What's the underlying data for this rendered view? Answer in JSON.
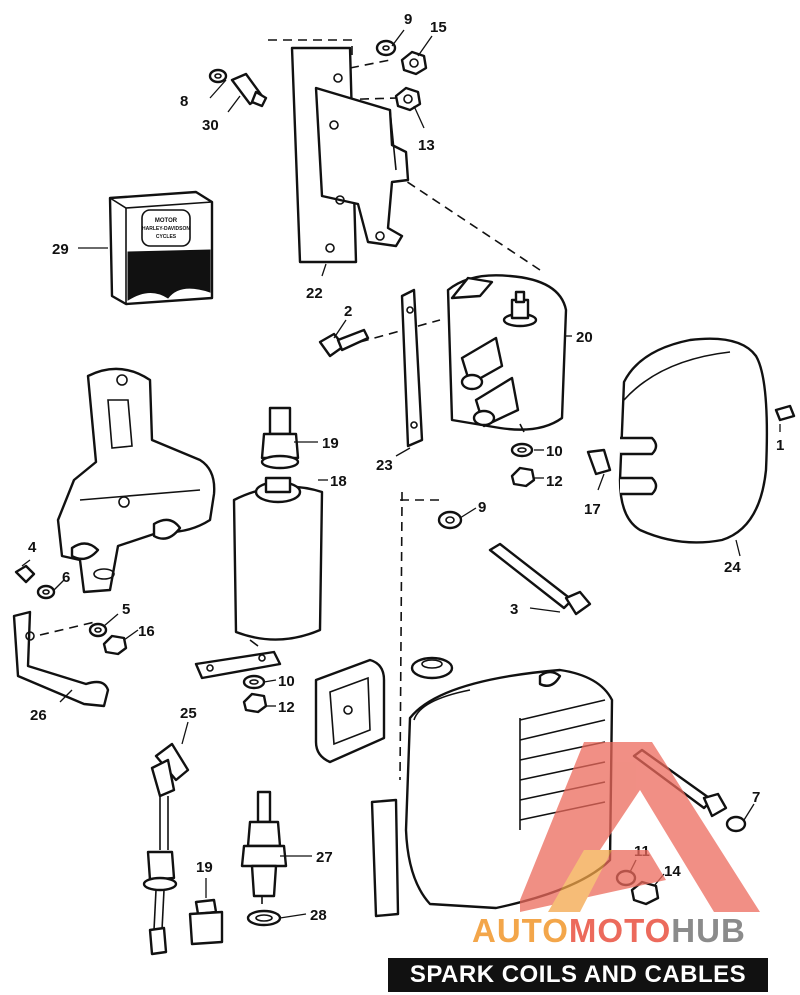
{
  "title": "SPARK COILS AND CABLES",
  "watermark": {
    "part1": "AUTO",
    "part2": "MOTO",
    "part3": "HUB"
  },
  "labels": {
    "l1": "1",
    "l2": "2",
    "l3": "3",
    "l4": "4",
    "l5": "5",
    "l6": "6",
    "l7": "7",
    "l8": "8",
    "l9a": "9",
    "l9b": "9",
    "l10a": "10",
    "l10b": "10",
    "l11": "11",
    "l12a": "12",
    "l12b": "12",
    "l13": "13",
    "l14": "14",
    "l15": "15",
    "l16": "16",
    "l17": "17",
    "l18": "18",
    "l19a": "19",
    "l19b": "19",
    "l20": "20",
    "l22": "22",
    "l23": "23",
    "l24": "24",
    "l25": "25",
    "l26": "26",
    "l27": "27",
    "l28": "28",
    "l29": "29",
    "l30": "30"
  },
  "logo": {
    "line1": "MOTOR",
    "line2": "HARLEY-DAVIDSON",
    "line3": "CYCLES"
  },
  "colors": {
    "watermark_orange": "#f3a64a",
    "watermark_red": "#ec6a5c",
    "watermark_gray": "#8b8b8b",
    "ink": "#111111"
  }
}
